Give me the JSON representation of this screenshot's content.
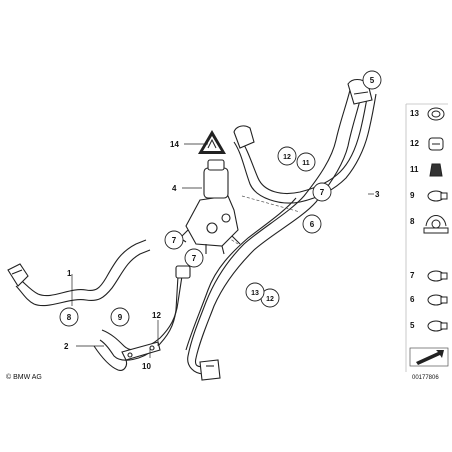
{
  "diagram": {
    "labels": {
      "n1": "1",
      "n2": "2",
      "n3": "3",
      "n4": "4",
      "n5": "5",
      "n6": "6",
      "n7a": "7",
      "n7b": "7",
      "n7c": "7",
      "n8": "8",
      "n9": "9",
      "n10": "10",
      "n11": "11",
      "n12a": "12",
      "n12b": "12",
      "n12c": "12",
      "n13": "13",
      "n14": "14"
    }
  },
  "legend": {
    "items": [
      {
        "number": "13",
        "part": "clamp-ring"
      },
      {
        "number": "12",
        "part": "clip"
      },
      {
        "number": "11",
        "part": "grommet"
      },
      {
        "number": "9",
        "part": "hose-clamp"
      },
      {
        "number": "8",
        "part": "holder"
      },
      {
        "number": "7",
        "part": "hose-clamp"
      },
      {
        "number": "6",
        "part": "hose-clamp"
      },
      {
        "number": "5",
        "part": "clamp"
      }
    ]
  },
  "footer": {
    "copyright": "© BMW AG",
    "diagram_id": "00177806"
  }
}
